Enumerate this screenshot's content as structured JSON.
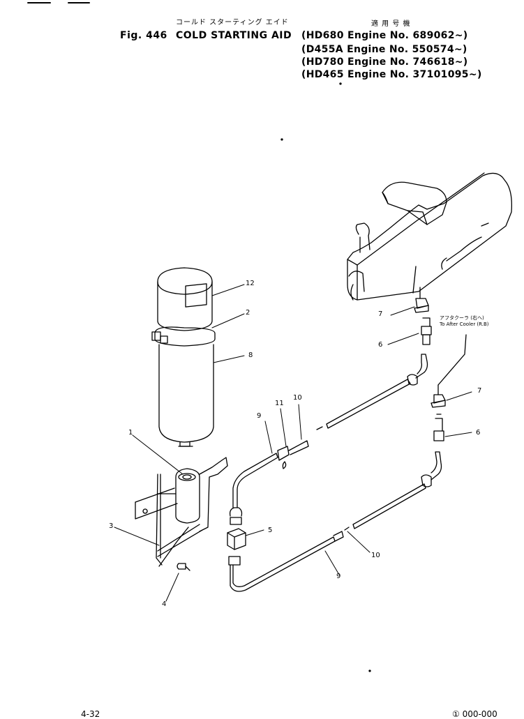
{
  "header": {
    "title_jp": "コールド スターティング エイド",
    "fig_label": "Fig. 446",
    "title_en": "COLD STARTING AID",
    "applicability_jp": "適 用 号 機",
    "applicability": [
      {
        "model": "HD680",
        "engine_label": "Engine No.",
        "serial": "689062~"
      },
      {
        "model": "D455A",
        "engine_label": "Engine No.",
        "serial": "550574~"
      },
      {
        "model": "HD780",
        "engine_label": "Engine No.",
        "serial": "746618~"
      },
      {
        "model": "HD465",
        "engine_label": "Engine No.",
        "serial": "37101095~"
      }
    ]
  },
  "diagram": {
    "callouts": [
      "1",
      "2",
      "3",
      "4",
      "5",
      "6",
      "6",
      "7",
      "7",
      "8",
      "9",
      "9",
      "10",
      "10",
      "11",
      "12"
    ],
    "note_jp": "アフタクーラ (右へ)",
    "note_en": "To After Cooler (R.B)"
  },
  "footer": {
    "page_number": "4-32",
    "doc_code": "① 000-000"
  }
}
